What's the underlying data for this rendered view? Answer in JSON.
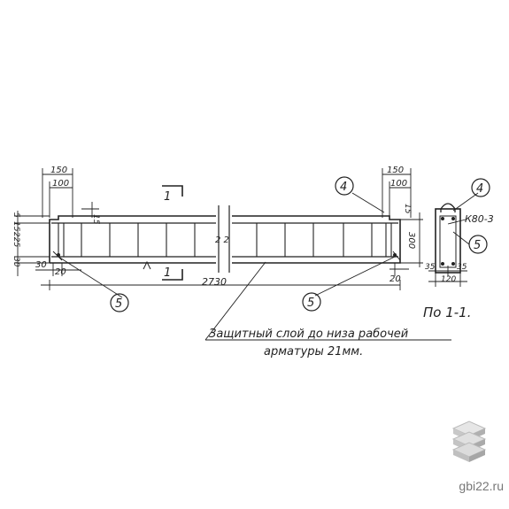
{
  "dims": {
    "d150_left": "150",
    "d100_left": "100",
    "d15_left": "15",
    "d5": "5",
    "d15_mid": "15",
    "d225": "225",
    "d30_vert": "30",
    "d30_bottom": "30",
    "d20_left": "20",
    "total_length": "2730",
    "d150_right": "150",
    "d100_right": "100",
    "d15_right": "15",
    "d300": "300",
    "d20_right": "20",
    "d35_left": "35",
    "d35_right": "35",
    "d120": "120"
  },
  "callouts": {
    "pos4_a": "4",
    "pos4_b": "4",
    "pos5_a": "5",
    "pos5_b": "5",
    "pos5_c": "5",
    "k80": "К80-3"
  },
  "section": {
    "marker_left": "1",
    "marker_right": "1",
    "title": "По 1-1."
  },
  "note": {
    "line1": "Защитный слой до низа рабочей",
    "line2": "арматуры 21мм."
  },
  "watermark": {
    "site": "gbi22.ru"
  }
}
